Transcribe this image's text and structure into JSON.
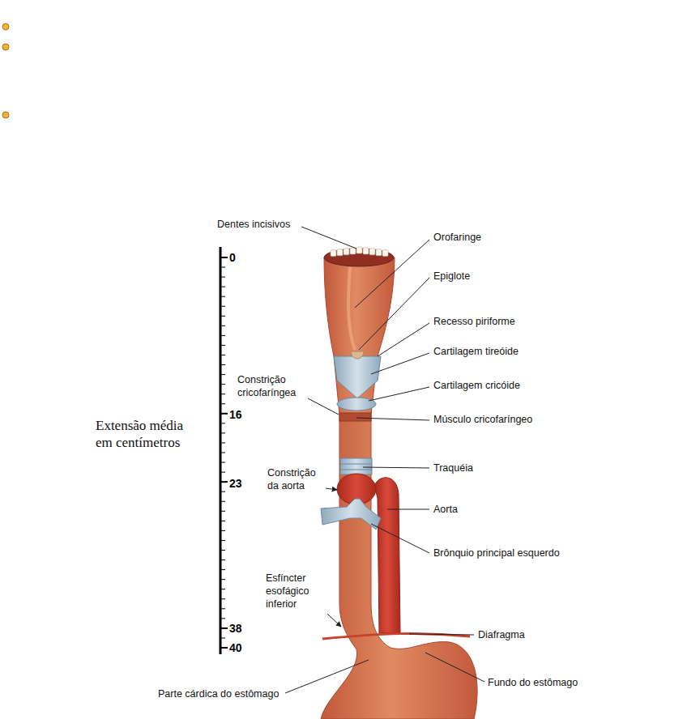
{
  "diagram": {
    "labels": [
      "Dentes incisivos",
      "Orofaringe",
      "Epiglote",
      "Recesso piriforme",
      "Cartilagem tireóide",
      "Constrição cricofaríngea",
      "Cartilagem cricóide",
      "Extensão média em centímetros",
      "0",
      "16",
      "23",
      "38",
      "40",
      "Músculo cricofaríngeo",
      "Traquéia",
      "Constrição da aorta",
      "Aorta",
      "Brônquio principal esquerdo",
      "Esfíncter esofágico inferior",
      "Diafragma",
      "Parte cárdica do estômago",
      "Fundo do estômago"
    ]
  }
}
